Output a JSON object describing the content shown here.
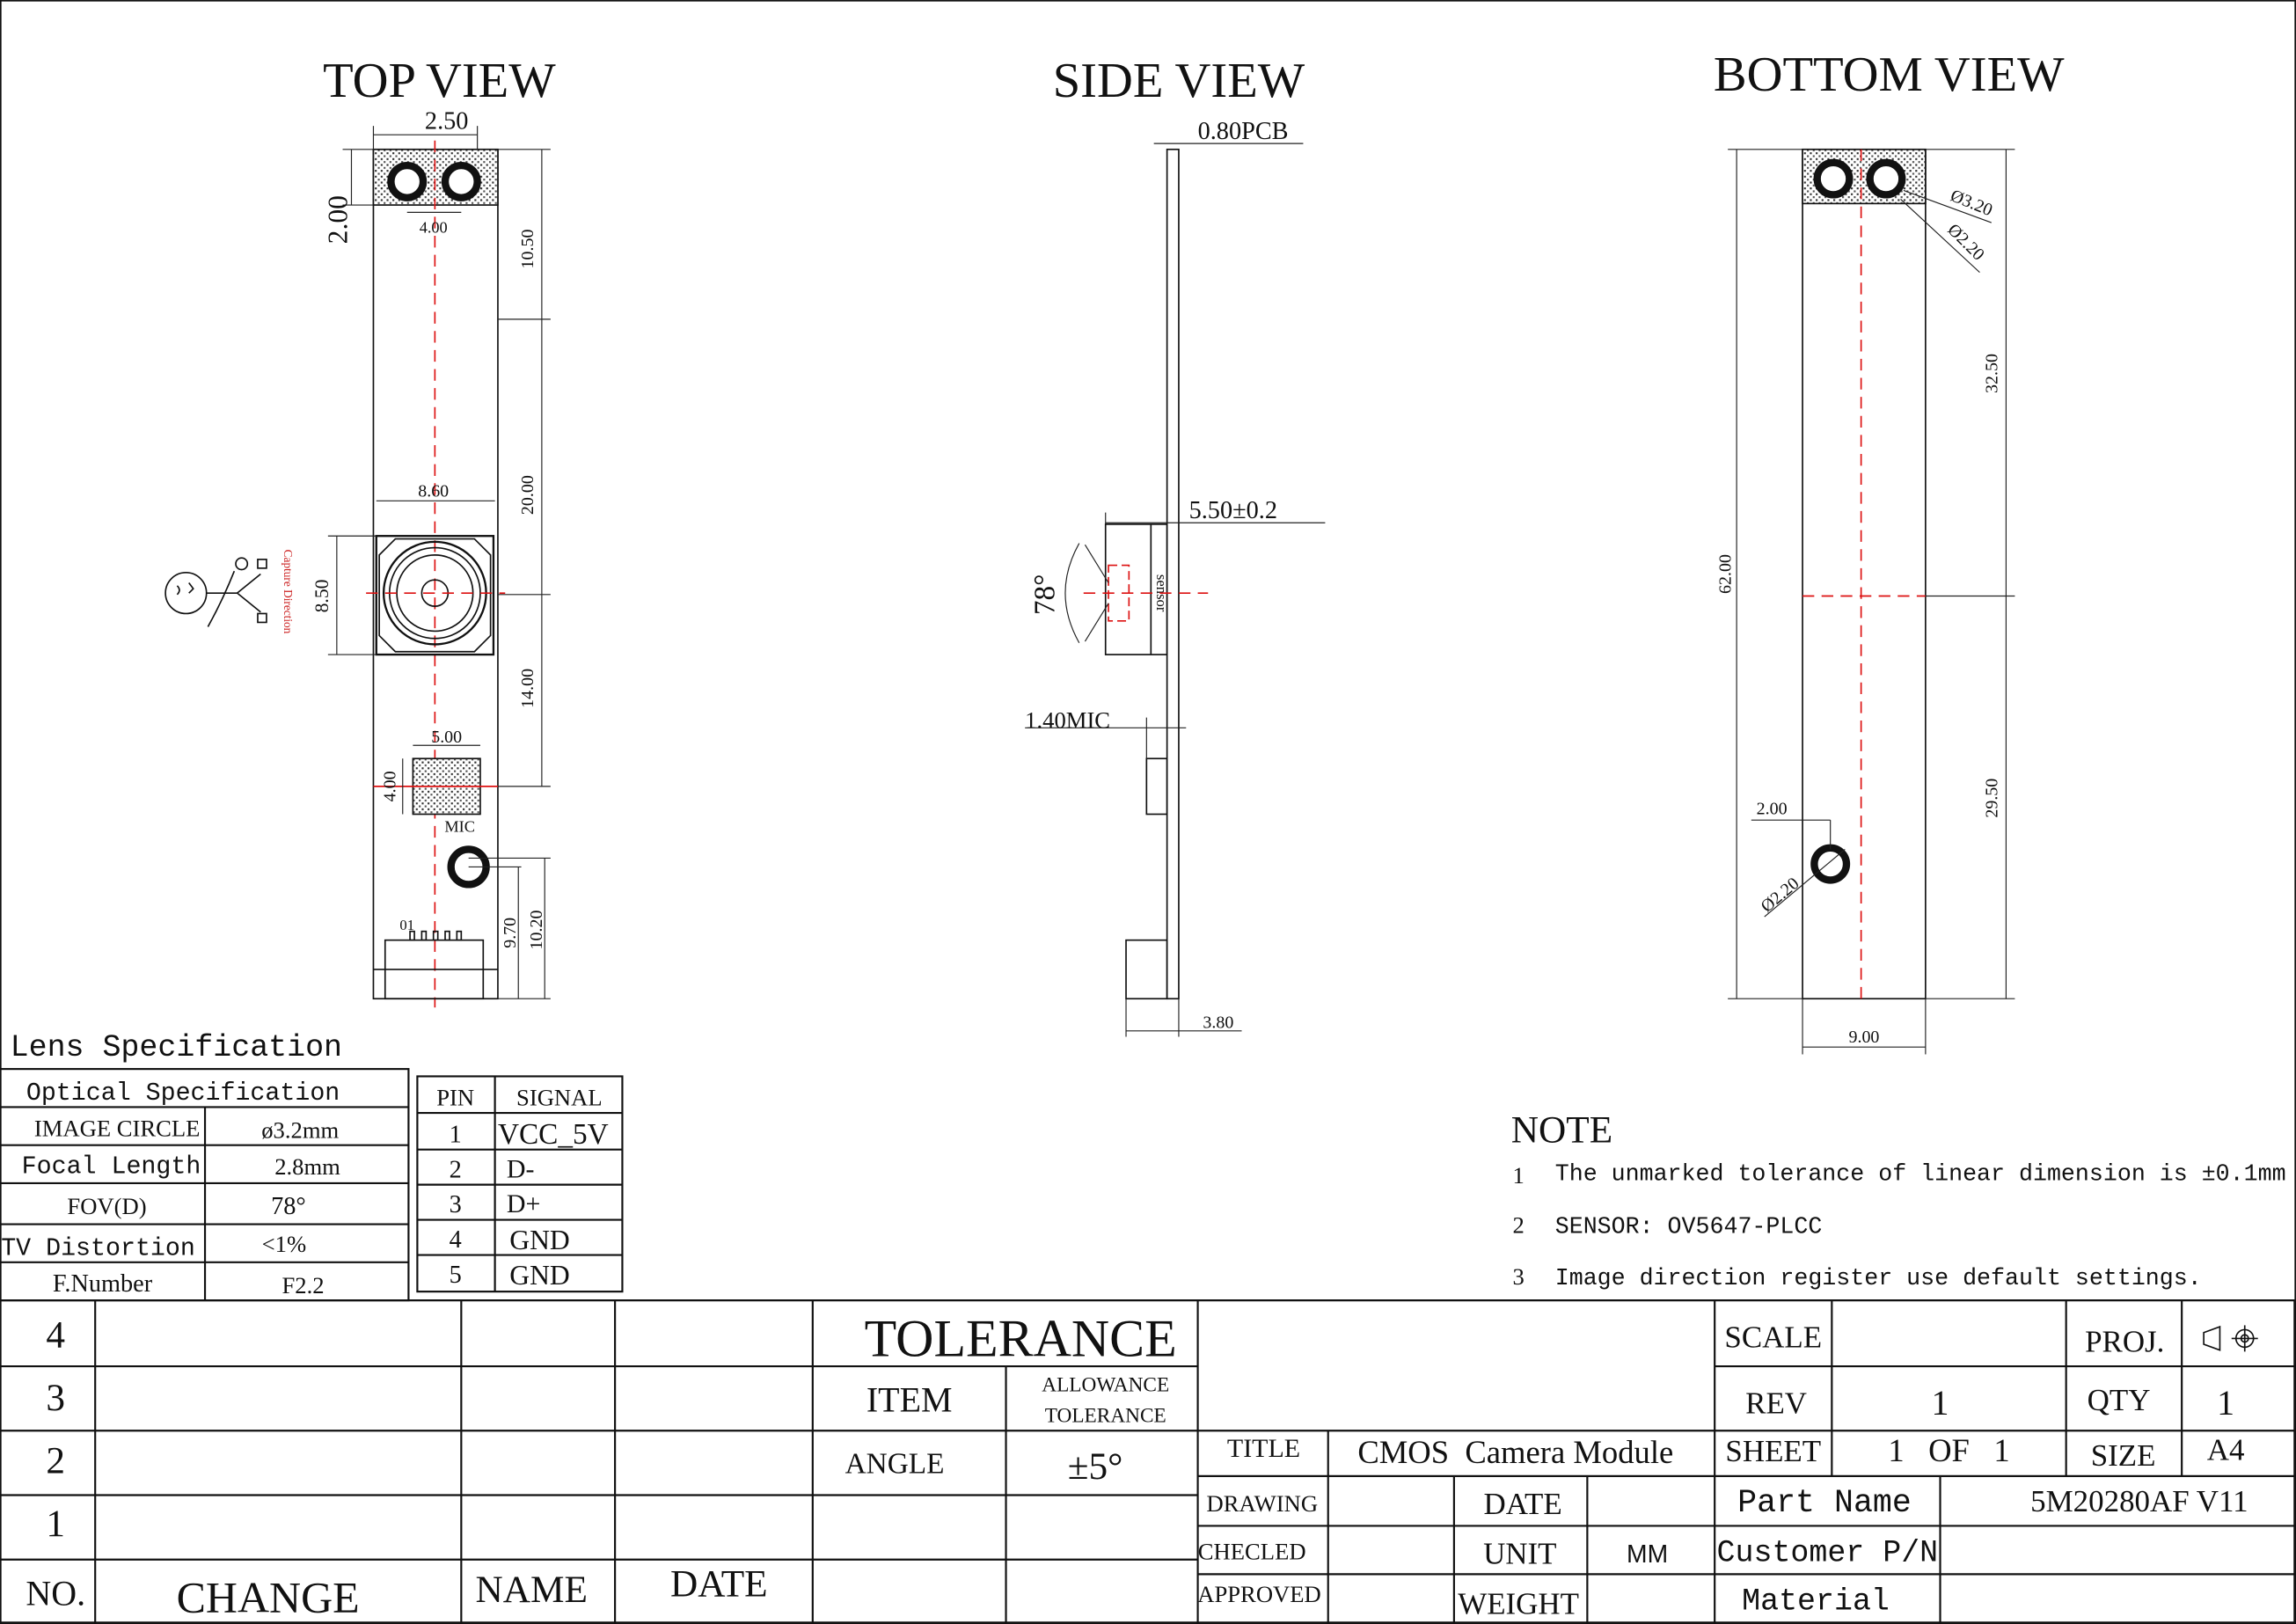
{
  "views": {
    "top": {
      "title": "TOP VIEW",
      "dims": {
        "width_top": "2.50",
        "height_top": "2.00",
        "hole_spacing": "4.00",
        "d1": "10.50",
        "d2": "20.00",
        "d3": "14.00",
        "lens_width": "8.60",
        "lens_height": "8.50",
        "mic_width": "5.00",
        "mic_height": "4.00",
        "d4": "9.70",
        "d5": "10.20"
      },
      "mic_label": "MIC",
      "pin_label": "01",
      "capture_direction": "Capture Direction"
    },
    "side": {
      "title": "SIDE VIEW",
      "pcb": "0.80PCB",
      "lens_height": "5.50±0.2",
      "angle": "78°",
      "sensor": "sensor",
      "mic": "1.40MIC",
      "connector": "3.80"
    },
    "bottom": {
      "title": "BOTTOM VIEW",
      "dims": {
        "outer_dia": "Ø3.20",
        "inner_dia": "Ø2.20",
        "d1": "32.50",
        "total": "62.00",
        "d2": "29.50",
        "mic_offset": "2.00",
        "mic_dia": "Ø2.20",
        "width": "9.00"
      }
    }
  },
  "lens_spec": {
    "title": "Lens Specification",
    "header": "Optical Specification",
    "rows": [
      {
        "label": "IMAGE CIRCLE",
        "value": "ø3.2mm"
      },
      {
        "label": "Focal Length",
        "value": "2.8mm"
      },
      {
        "label": "FOV(D)",
        "value": "78°"
      },
      {
        "label": "TV Distortion",
        "value": "<1%"
      },
      {
        "label": "F.Number",
        "value": "F2.2"
      }
    ]
  },
  "pin_table": {
    "headers": [
      "PIN",
      "SIGNAL"
    ],
    "rows": [
      {
        "pin": "1",
        "signal": "VCC_5V"
      },
      {
        "pin": "2",
        "signal": "D-"
      },
      {
        "pin": "3",
        "signal": "D+"
      },
      {
        "pin": "4",
        "signal": "GND"
      },
      {
        "pin": "5",
        "signal": "GND"
      }
    ]
  },
  "notes": {
    "title": "NOTE",
    "items": [
      {
        "num": "1",
        "text": "The unmarked tolerance of linear dimension is ±0.1mm"
      },
      {
        "num": "2",
        "text": "SENSOR: OV5647-PLCC"
      },
      {
        "num": "3",
        "text": "Image direction register use default settings."
      }
    ]
  },
  "revision_table": {
    "rows": [
      "4",
      "3",
      "2",
      "1"
    ],
    "headers": {
      "no": "NO.",
      "change": "CHANGE",
      "name": "NAME",
      "date": "DATE"
    }
  },
  "tolerance": {
    "title": "TOLERANCE",
    "item": "ITEM",
    "allowance1": "ALLOWANCE",
    "allowance2": "TOLERANCE",
    "angle": "ANGLE",
    "angle_value": "±5°"
  },
  "title_block": {
    "scale_label": "SCALE",
    "scale_value": "",
    "proj_label": "PROJ.",
    "rev_label": "REV",
    "rev_value": "1",
    "qty_label": "QTY",
    "qty_value": "1",
    "title_label": "TITLE",
    "title_value": "CMOS  Camera Module",
    "sheet_label": "SHEET",
    "sheet_value": "1   OF   1",
    "size_label": "SIZE",
    "size_value": "A4",
    "drawing_label": "DRAWING",
    "date_label": "DATE",
    "part_name_label": "Part Name",
    "part_name_value": "5M20280AF V11",
    "checked_label": "CHECLED",
    "unit_label": "UNIT",
    "unit_value": "MM",
    "customer_pn_label": "Customer P/N",
    "approved_label": "APPROVED",
    "weight_label": "WEIGHT",
    "material_label": "Material"
  }
}
